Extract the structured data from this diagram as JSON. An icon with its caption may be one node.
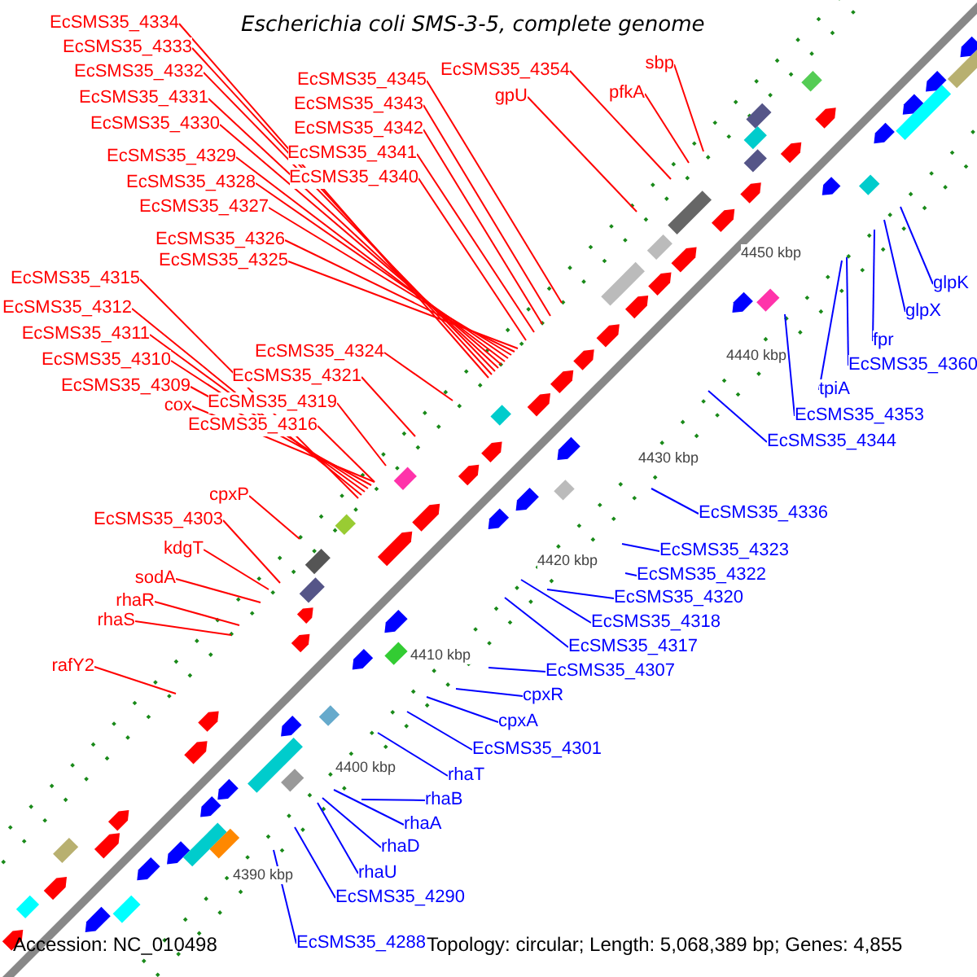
{
  "diagram": {
    "title": "Escherichia coli SMS-3-5, complete genome",
    "nodes": [
      {
        "text": [
          "EcSMS35_4334"
        ]
      },
      {
        "text": [
          "EcSMS35_4333"
        ]
      },
      {
        "text": [
          "EcSMS35_4332"
        ]
      },
      {
        "text": [
          "EcSMS35_4331"
        ]
      },
      {
        "text": [
          "EcSMS35_4330"
        ]
      },
      {
        "text": [
          "EcSMS35_4329"
        ]
      },
      {
        "text": [
          "EcSMS35_4328"
        ]
      },
      {
        "text": [
          "EcSMS35_4327"
        ]
      },
      {
        "text": [
          "EcSMS35_4326"
        ]
      },
      {
        "text": [
          "EcSMS35_4325"
        ]
      },
      {
        "text": [
          "EcSMS35_4345"
        ]
      },
      {
        "text": [
          "EcSMS35_4343"
        ]
      },
      {
        "text": [
          "EcSMS35_4342"
        ]
      },
      {
        "text": [
          "EcSMS35_4341"
        ]
      },
      {
        "text": [
          "EcSMS35_4340"
        ]
      },
      {
        "text": [
          "EcSMS35_4354"
        ]
      },
      {
        "text": [
          "gpU"
        ]
      },
      {
        "text": [
          "pfkA"
        ]
      },
      {
        "text": [
          "sbp"
        ]
      },
      {
        "text": [
          "EcSMS35_4315"
        ]
      },
      {
        "text": [
          "EcSMS35_4312"
        ]
      },
      {
        "text": [
          "EcSMS35_4311"
        ]
      },
      {
        "text": [
          "EcSMS35_4310"
        ]
      },
      {
        "text": [
          "EcSMS35_4309"
        ]
      },
      {
        "text": [
          "cox"
        ]
      },
      {
        "text": [
          "EcSMS35_4324"
        ]
      },
      {
        "text": [
          "EcSMS35_4321"
        ]
      },
      {
        "text": [
          "EcSMS35_4319"
        ]
      },
      {
        "text": [
          "EcSMS35_4316"
        ]
      },
      {
        "text": [
          "cpxP"
        ]
      },
      {
        "text": [
          "EcSMS35_4303"
        ]
      },
      {
        "text": [
          "kdgT"
        ]
      },
      {
        "text": [
          "sodA"
        ]
      },
      {
        "text": [
          "rhaR"
        ]
      },
      {
        "text": [
          "rhaS"
        ]
      },
      {
        "text": [
          "rafY2"
        ]
      },
      {
        "text": [
          "glpK"
        ]
      },
      {
        "text": [
          "glpX"
        ]
      },
      {
        "text": [
          "fpr"
        ]
      },
      {
        "text": [
          "EcSMS35_4360"
        ]
      },
      {
        "text": [
          "tpiA"
        ]
      },
      {
        "text": [
          "EcSMS35_4353"
        ]
      },
      {
        "text": [
          "EcSMS35_4344"
        ]
      },
      {
        "text": [
          "EcSMS35_4336"
        ]
      },
      {
        "text": [
          "EcSMS35_4323"
        ]
      },
      {
        "text": [
          "EcSMS35_4322"
        ]
      },
      {
        "text": [
          "EcSMS35_4320"
        ]
      },
      {
        "text": [
          "EcSMS35_4318"
        ]
      },
      {
        "text": [
          "EcSMS35_4317"
        ]
      },
      {
        "text": [
          "EcSMS35_4307"
        ]
      },
      {
        "text": [
          "cpxR"
        ]
      },
      {
        "text": [
          "cpxA"
        ]
      },
      {
        "text": [
          "EcSMS35_4301"
        ]
      },
      {
        "text": [
          "rhaT"
        ]
      },
      {
        "text": [
          "rhaB"
        ]
      },
      {
        "text": [
          "rhaA"
        ]
      },
      {
        "text": [
          "rhaD"
        ]
      },
      {
        "text": [
          "rhaU"
        ]
      },
      {
        "text": [
          "EcSMS35_4290"
        ]
      },
      {
        "text": [
          "EcSMS35_4288"
        ]
      }
    ],
    "edges": [
      {
        "from": 0,
        "to": null,
        "arrow": "none"
      },
      {
        "from": 1,
        "to": null,
        "arrow": "none"
      },
      {
        "from": 2,
        "to": null,
        "arrow": "none"
      },
      {
        "from": 3,
        "to": null,
        "arrow": "none"
      },
      {
        "from": 4,
        "to": null,
        "arrow": "none"
      },
      {
        "from": 5,
        "to": null,
        "arrow": "none"
      },
      {
        "from": 6,
        "to": null,
        "arrow": "none"
      },
      {
        "from": 7,
        "to": null,
        "arrow": "none"
      },
      {
        "from": 8,
        "to": null,
        "arrow": "none"
      },
      {
        "from": 9,
        "to": null,
        "arrow": "none"
      },
      {
        "from": 10,
        "to": null,
        "arrow": "none"
      },
      {
        "from": 11,
        "to": null,
        "arrow": "none"
      },
      {
        "from": 12,
        "to": null,
        "arrow": "none"
      },
      {
        "from": 13,
        "to": null,
        "arrow": "none"
      },
      {
        "from": 14,
        "to": null,
        "arrow": "none"
      },
      {
        "from": 15,
        "to": null,
        "arrow": "none"
      },
      {
        "from": 16,
        "to": null,
        "arrow": "none"
      },
      {
        "from": 17,
        "to": null,
        "arrow": "none"
      },
      {
        "from": 18,
        "to": null,
        "arrow": "none"
      },
      {
        "from": 19,
        "to": null,
        "arrow": "none"
      },
      {
        "from": 20,
        "to": null,
        "arrow": "none"
      },
      {
        "from": 21,
        "to": null,
        "arrow": "none"
      },
      {
        "from": 22,
        "to": null,
        "arrow": "none"
      },
      {
        "from": 23,
        "to": null,
        "arrow": "none"
      },
      {
        "from": 24,
        "to": null,
        "arrow": "none"
      },
      {
        "from": 25,
        "to": null,
        "arrow": "none"
      },
      {
        "from": 26,
        "to": null,
        "arrow": "none"
      },
      {
        "from": 27,
        "to": null,
        "arrow": "none"
      },
      {
        "from": 28,
        "to": null,
        "arrow": "none"
      },
      {
        "from": 29,
        "to": null,
        "arrow": "none"
      },
      {
        "from": 30,
        "to": null,
        "arrow": "none"
      },
      {
        "from": 31,
        "to": null,
        "arrow": "none"
      },
      {
        "from": 32,
        "to": null,
        "arrow": "none"
      },
      {
        "from": 33,
        "to": null,
        "arrow": "none"
      },
      {
        "from": 34,
        "to": null,
        "arrow": "none"
      },
      {
        "from": 35,
        "to": null,
        "arrow": "none"
      },
      {
        "from": 36,
        "to": null,
        "arrow": "none",
        "color": "#0000ff"
      },
      {
        "from": 37,
        "to": null,
        "arrow": "none",
        "color": "#0000ff"
      },
      {
        "from": 38,
        "to": null,
        "arrow": "none",
        "color": "#0000ff"
      },
      {
        "from": 39,
        "to": null,
        "arrow": "none",
        "color": "#0000ff"
      },
      {
        "from": 40,
        "to": null,
        "arrow": "none",
        "color": "#0000ff"
      },
      {
        "from": 41,
        "to": null,
        "arrow": "none",
        "color": "#0000ff"
      },
      {
        "from": 42,
        "to": null,
        "arrow": "none",
        "color": "#0000ff"
      },
      {
        "from": 43,
        "to": null,
        "arrow": "none",
        "color": "#0000ff"
      },
      {
        "from": 44,
        "to": null,
        "arrow": "none",
        "color": "#0000ff"
      },
      {
        "from": 45,
        "to": null,
        "arrow": "none",
        "color": "#0000ff"
      },
      {
        "from": 46,
        "to": null,
        "arrow": "none",
        "color": "#0000ff"
      },
      {
        "from": 47,
        "to": null,
        "arrow": "none",
        "color": "#0000ff"
      },
      {
        "from": 48,
        "to": null,
        "arrow": "none",
        "color": "#0000ff"
      },
      {
        "from": 49,
        "to": null,
        "arrow": "none",
        "color": "#0000ff"
      },
      {
        "from": 50,
        "to": null,
        "arrow": "none",
        "color": "#0000ff"
      },
      {
        "from": 51,
        "to": null,
        "arrow": "none",
        "color": "#0000ff"
      },
      {
        "from": 52,
        "to": null,
        "arrow": "none",
        "color": "#0000ff"
      },
      {
        "from": 53,
        "to": null,
        "arrow": "none",
        "color": "#0000ff"
      },
      {
        "from": 54,
        "to": null,
        "arrow": "none",
        "color": "#0000ff"
      },
      {
        "from": 55,
        "to": null,
        "arrow": "none",
        "color": "#0000ff"
      },
      {
        "from": 56,
        "to": null,
        "arrow": "none",
        "color": "#0000ff"
      },
      {
        "from": 57,
        "to": null,
        "arrow": "none",
        "color": "#0000ff"
      },
      {
        "from": 58,
        "to": null,
        "arrow": "none",
        "color": "#0000ff"
      },
      {
        "from": 59,
        "to": null,
        "arrow": "none",
        "color": "#0000ff"
      }
    ],
    "labels": [
      "4450 kbp",
      "4440 kbp",
      "4430 kbp",
      "4420 kbp",
      "4410 kbp",
      "4400 kbp",
      "4390 kbp",
      "Accession: NC_010498",
      "Topology: circular; Length: 5,068,389 bp; Genes: 4,855"
    ]
  }
}
